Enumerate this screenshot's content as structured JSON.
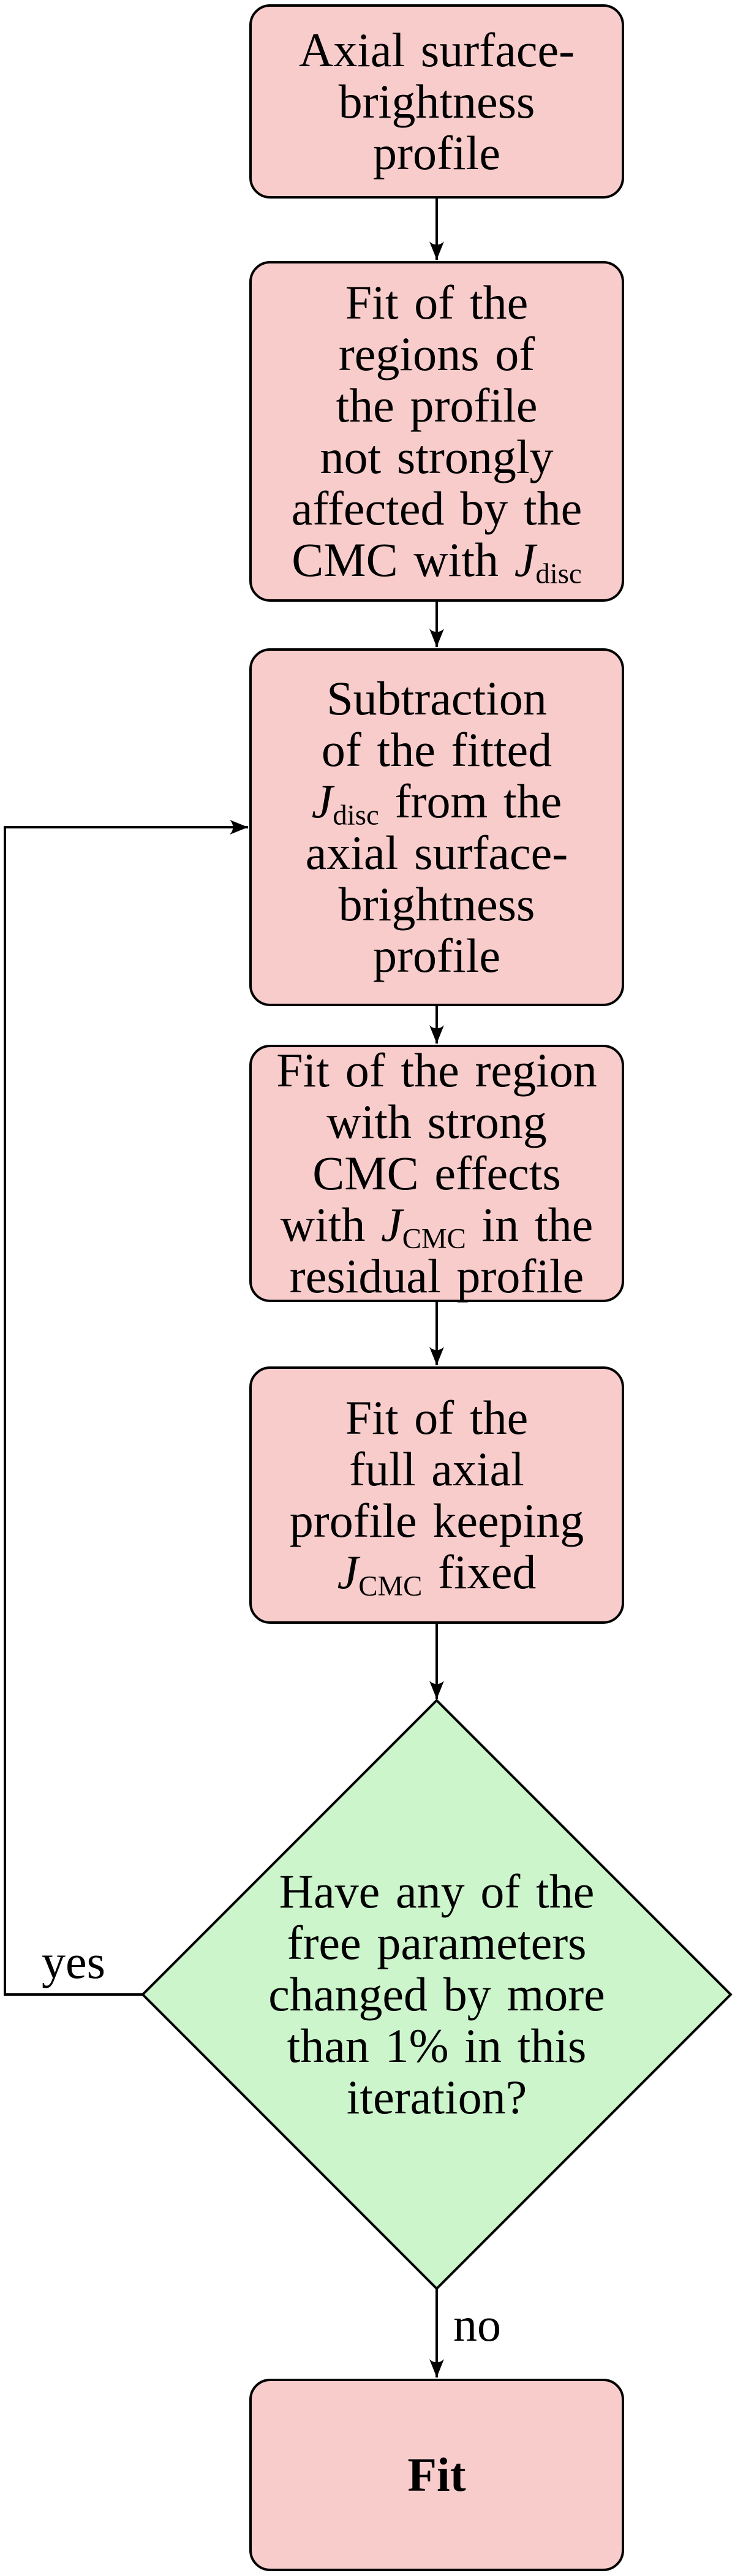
{
  "flowchart": {
    "colors": {
      "process_fill": "#f9cccc",
      "decision_fill": "#ccf5cc",
      "line_color": "#000000",
      "background": "#ffffff"
    },
    "nodes": {
      "start": {
        "lines": [
          [
            {
              "t": "Axial surface-"
            }
          ],
          [
            {
              "t": "brightness"
            }
          ],
          [
            {
              "t": "profile"
            }
          ]
        ]
      },
      "fit_disc": {
        "lines": [
          [
            {
              "t": "Fit of the"
            }
          ],
          [
            {
              "t": "regions of"
            }
          ],
          [
            {
              "t": "the profile"
            }
          ],
          [
            {
              "t": "not strongly"
            }
          ],
          [
            {
              "t": "affected by the"
            }
          ],
          [
            {
              "t": "CMC with "
            },
            {
              "t": "J",
              "s": "i"
            },
            {
              "t": "disc",
              "s": "sub"
            }
          ]
        ]
      },
      "subtract": {
        "lines": [
          [
            {
              "t": "Subtraction"
            }
          ],
          [
            {
              "t": "of the fitted"
            }
          ],
          [
            {
              "t": "J",
              "s": "i"
            },
            {
              "t": "disc",
              "s": "sub"
            },
            {
              "t": " from the"
            }
          ],
          [
            {
              "t": "axial surface-"
            }
          ],
          [
            {
              "t": "brightness"
            }
          ],
          [
            {
              "t": "profile"
            }
          ]
        ]
      },
      "fit_cmc": {
        "lines": [
          [
            {
              "t": "Fit of the region"
            }
          ],
          [
            {
              "t": "with strong"
            }
          ],
          [
            {
              "t": "CMC effects"
            }
          ],
          [
            {
              "t": "with "
            },
            {
              "t": "J",
              "s": "i"
            },
            {
              "t": "CMC",
              "s": "sub"
            },
            {
              "t": " in the"
            }
          ],
          [
            {
              "t": "residual profile"
            }
          ]
        ]
      },
      "fit_full": {
        "lines": [
          [
            {
              "t": "Fit of the"
            }
          ],
          [
            {
              "t": "full axial"
            }
          ],
          [
            {
              "t": "profile keeping"
            }
          ],
          [
            {
              "t": "J",
              "s": "i"
            },
            {
              "t": "CMC",
              "s": "sub"
            },
            {
              "t": " fixed"
            }
          ]
        ]
      },
      "decision": {
        "lines": [
          [
            {
              "t": "Have any of the"
            }
          ],
          [
            {
              "t": "free parameters"
            }
          ],
          [
            {
              "t": "changed by more"
            }
          ],
          [
            {
              "t": "than 1% in this"
            }
          ],
          [
            {
              "t": "iteration?"
            }
          ]
        ]
      },
      "final": {
        "lines": [
          [
            {
              "t": "Fit",
              "s": "b"
            }
          ]
        ]
      }
    },
    "edge_labels": {
      "yes": "yes",
      "no": "no"
    }
  }
}
